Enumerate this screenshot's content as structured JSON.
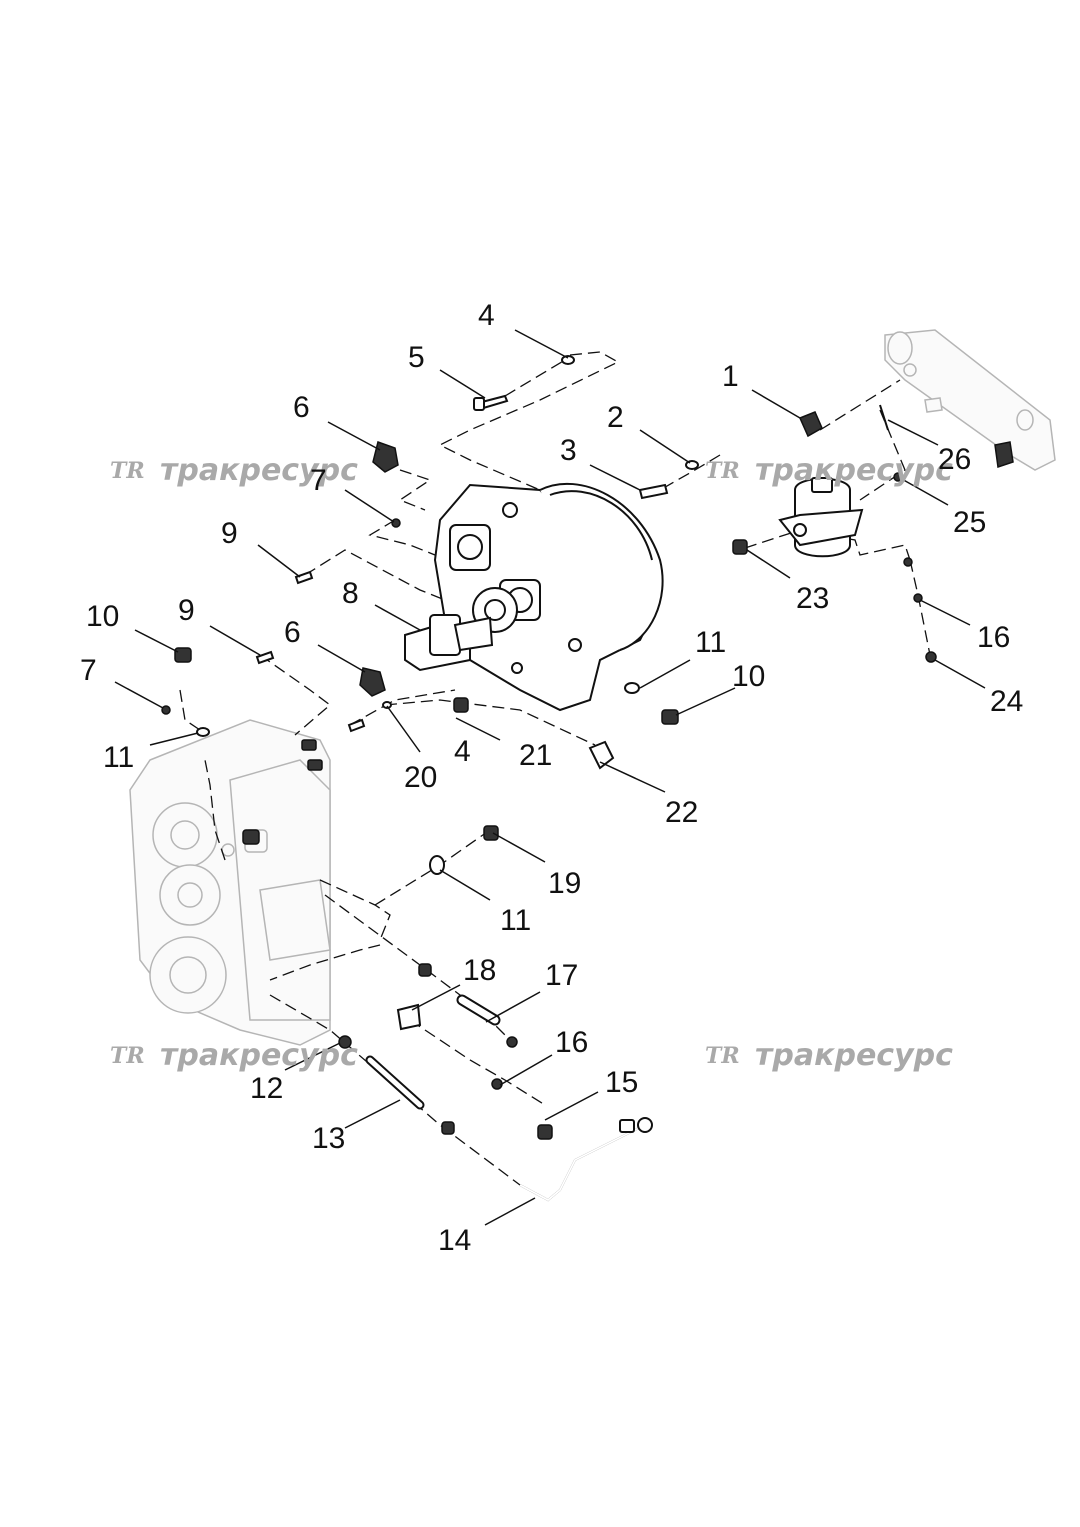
{
  "watermark": {
    "logo_text": "TR",
    "brand_text": "тракресурс"
  },
  "callouts": [
    {
      "id": "c1",
      "label": "1"
    },
    {
      "id": "c2",
      "label": "2"
    },
    {
      "id": "c3",
      "label": "3"
    },
    {
      "id": "c4a",
      "label": "4"
    },
    {
      "id": "c4b",
      "label": "4"
    },
    {
      "id": "c5",
      "label": "5"
    },
    {
      "id": "c6a",
      "label": "6"
    },
    {
      "id": "c6b",
      "label": "6"
    },
    {
      "id": "c7a",
      "label": "7"
    },
    {
      "id": "c7b",
      "label": "7"
    },
    {
      "id": "c8",
      "label": "8"
    },
    {
      "id": "c9a",
      "label": "9"
    },
    {
      "id": "c9b",
      "label": "9"
    },
    {
      "id": "c10a",
      "label": "10"
    },
    {
      "id": "c10b",
      "label": "10"
    },
    {
      "id": "c11a",
      "label": "11"
    },
    {
      "id": "c11b",
      "label": "11"
    },
    {
      "id": "c11c",
      "label": "11"
    },
    {
      "id": "c12",
      "label": "12"
    },
    {
      "id": "c13",
      "label": "13"
    },
    {
      "id": "c14",
      "label": "14"
    },
    {
      "id": "c15",
      "label": "15"
    },
    {
      "id": "c16a",
      "label": "16"
    },
    {
      "id": "c16b",
      "label": "16"
    },
    {
      "id": "c17",
      "label": "17"
    },
    {
      "id": "c18",
      "label": "18"
    },
    {
      "id": "c19",
      "label": "19"
    },
    {
      "id": "c20",
      "label": "20"
    },
    {
      "id": "c21",
      "label": "21"
    },
    {
      "id": "c22",
      "label": "22"
    },
    {
      "id": "c23",
      "label": "23"
    },
    {
      "id": "c24",
      "label": "24"
    },
    {
      "id": "c25",
      "label": "25"
    },
    {
      "id": "c26",
      "label": "26"
    }
  ]
}
